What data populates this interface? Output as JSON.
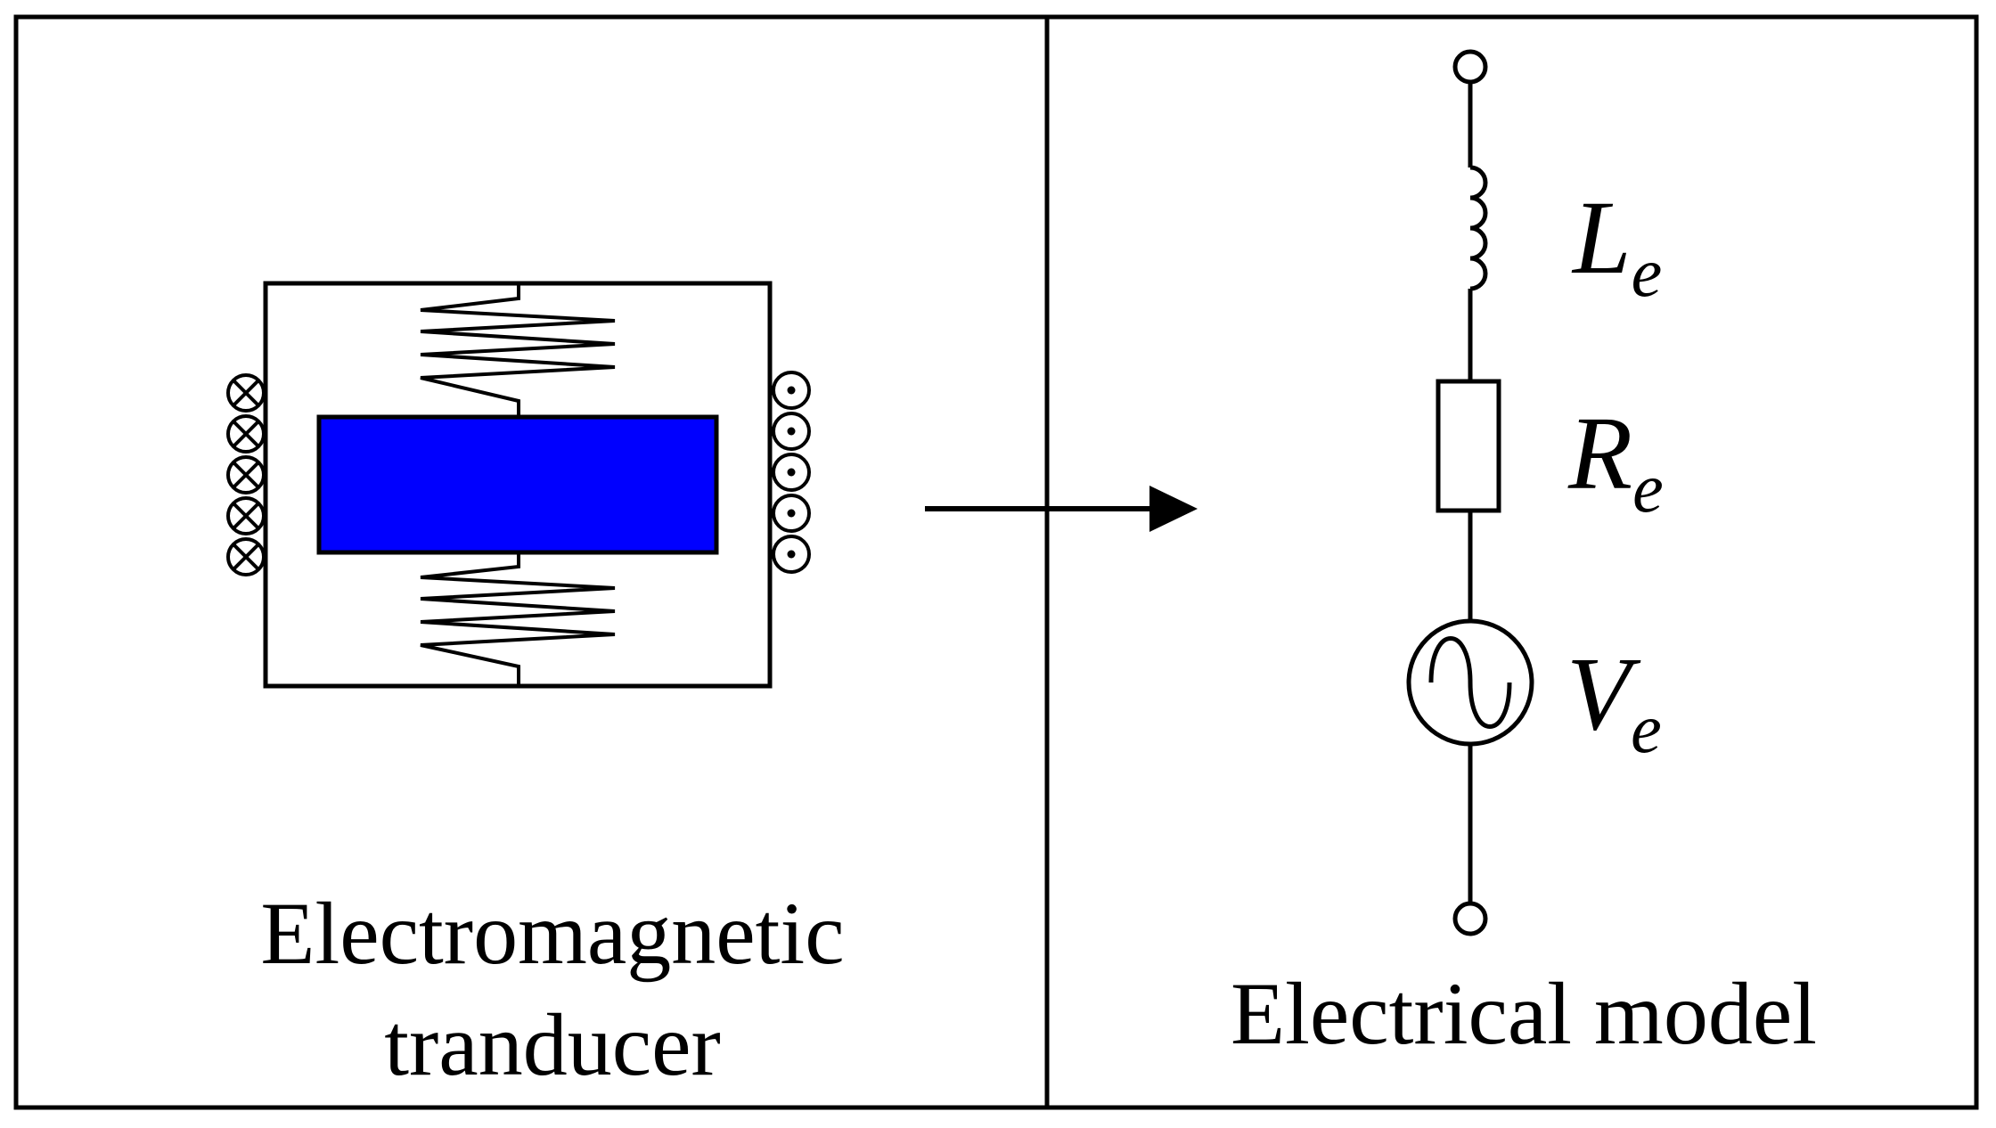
{
  "left_panel": {
    "caption_line1": "Electromagnetic",
    "caption_line2": "tranducer",
    "coil_left_symbol": "cross-into-page",
    "coil_right_symbol": "dot-out-of-page"
  },
  "right_panel": {
    "caption": "Electrical model",
    "inductor": {
      "letter": "L",
      "subscript": "e"
    },
    "resistor": {
      "letter": "R",
      "subscript": "e"
    },
    "source": {
      "letter": "V",
      "subscript": "e"
    }
  },
  "colors": {
    "magnet": "#0000ff",
    "stroke": "#000000",
    "background": "#ffffff"
  }
}
